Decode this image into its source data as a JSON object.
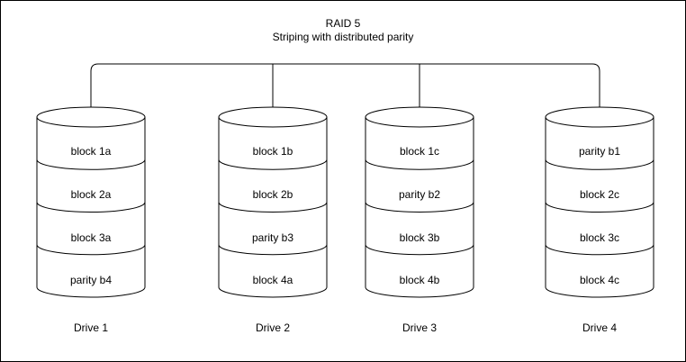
{
  "diagram": {
    "title": "RAID 5",
    "subtitle": "Striping with distributed parity"
  },
  "drives": [
    {
      "label": "Drive 1",
      "blocks": [
        "block 1a",
        "block 2a",
        "block 3a",
        "parity b4"
      ]
    },
    {
      "label": "Drive 2",
      "blocks": [
        "block 1b",
        "block 2b",
        "parity b3",
        "block 4a"
      ]
    },
    {
      "label": "Drive 3",
      "blocks": [
        "block 1c",
        "parity b2",
        "block 3b",
        "block 4b"
      ]
    },
    {
      "label": "Drive 4",
      "blocks": [
        "parity b1",
        "block 2c",
        "block 3c",
        "block 4c"
      ]
    }
  ],
  "colors": {
    "stroke": "#000000",
    "background": "#ffffff"
  }
}
